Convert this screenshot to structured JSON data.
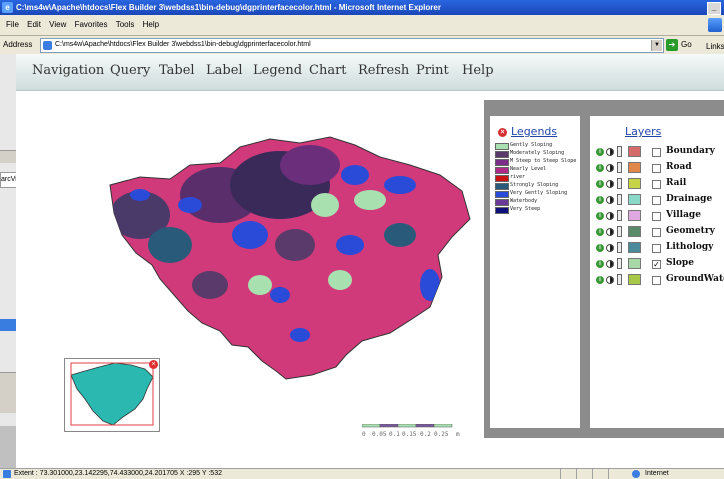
{
  "window": {
    "title": "C:\\ms4w\\Apache\\htdocs\\Flex Builder 3\\webdss1\\bin-debug\\dgprinterfacecolor.html - Microsoft Internet Explorer",
    "control": "_"
  },
  "menubar": {
    "items": [
      "File",
      "Edit",
      "View",
      "Favorites",
      "Tools",
      "Help"
    ]
  },
  "address": {
    "label": "Address",
    "url": "C:\\ms4w\\Apache\\htdocs\\Flex Builder 3\\webdss1\\bin-debug\\dgprinterfacecolor.html",
    "go_label": "Go",
    "links_label": "Links"
  },
  "side": {
    "label": "arcVi"
  },
  "nav": {
    "items": [
      "Navigation",
      "Query",
      "Tabel",
      "Label",
      "Legend",
      "Chart",
      "Refresh",
      "Print",
      "Help"
    ]
  },
  "scalebar": {
    "labels": [
      "0",
      "0.05",
      "0.1",
      "0.15",
      "0.2",
      "0.25",
      "m"
    ]
  },
  "legends": {
    "title": "Legends",
    "items": [
      {
        "label": "Gently Sloping",
        "color": "#a8e0b0"
      },
      {
        "label": "Moderately Sloping",
        "color": "#5a3a6a"
      },
      {
        "label": "M Steep to Steep Slope",
        "color": "#7a2e8a"
      },
      {
        "label": "Nearly Level",
        "color": "#b02a8a"
      },
      {
        "label": "river",
        "color": "#cc1111"
      },
      {
        "label": "Strongly Sloping",
        "color": "#2a5a7a"
      },
      {
        "label": "Very Gently Sloping",
        "color": "#2a4ad8"
      },
      {
        "label": "Waterbody",
        "color": "#6a3a9a"
      },
      {
        "label": "Very Steep",
        "color": "#10107a"
      }
    ]
  },
  "layers": {
    "title": "Layers",
    "items": [
      {
        "label": "Boundary",
        "color": "#d46a6a",
        "checked": false
      },
      {
        "label": "Road",
        "color": "#e0884a",
        "checked": false
      },
      {
        "label": "Rail",
        "color": "#c8d448",
        "checked": false
      },
      {
        "label": "Drainage",
        "color": "#8ad8c8",
        "checked": false
      },
      {
        "label": "Village",
        "color": "#e0a8e0",
        "checked": false
      },
      {
        "label": "Geometry",
        "color": "#5a8a6a",
        "checked": false
      },
      {
        "label": "Lithology",
        "color": "#4a8a9a",
        "checked": false
      },
      {
        "label": "Slope",
        "color": "#a8d8a8",
        "checked": true
      },
      {
        "label": "GroundWater",
        "color": "#a8c848",
        "checked": false
      }
    ]
  },
  "statusbar": {
    "text": "Extent : 73.301000,23.142295,74.433000,24.201705          X :295   Y :532",
    "zone": "Internet"
  },
  "colors": {
    "map_main": "#d03a7a",
    "map_blue": "#2a4ad8",
    "map_green": "#a8e0b0",
    "overview_fill": "#2ab8b0"
  }
}
